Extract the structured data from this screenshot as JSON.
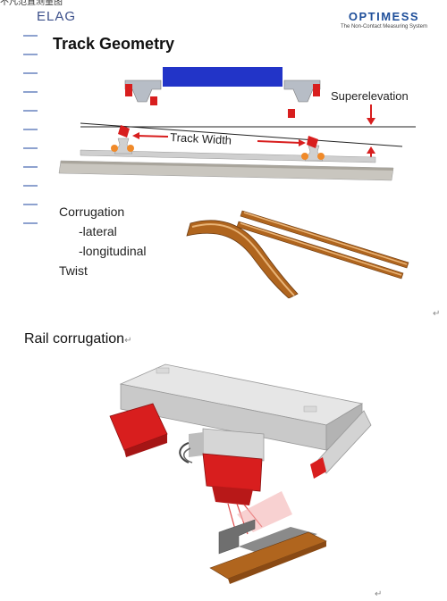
{
  "top_partial_text": "不凡范直测量图",
  "slide": {
    "logo_left": "ELAG",
    "logo_right": {
      "name": "OPTIMESS",
      "tagline": "The Non-Contact Measuring System"
    },
    "title": "Track Geometry",
    "labels": {
      "superelevation": "Superelevation",
      "track_width": "Track Width"
    },
    "terms": {
      "corrugation": "Corrugation",
      "lateral": "-lateral",
      "longitudinal": "-longitudinal",
      "twist": "Twist"
    }
  },
  "section_heading": "Rail corrugation",
  "paragraph_mark": "↵",
  "colors": {
    "accent_blue": "#2234c8",
    "rail_brown": "#b0651e",
    "red": "#d81e1e"
  }
}
